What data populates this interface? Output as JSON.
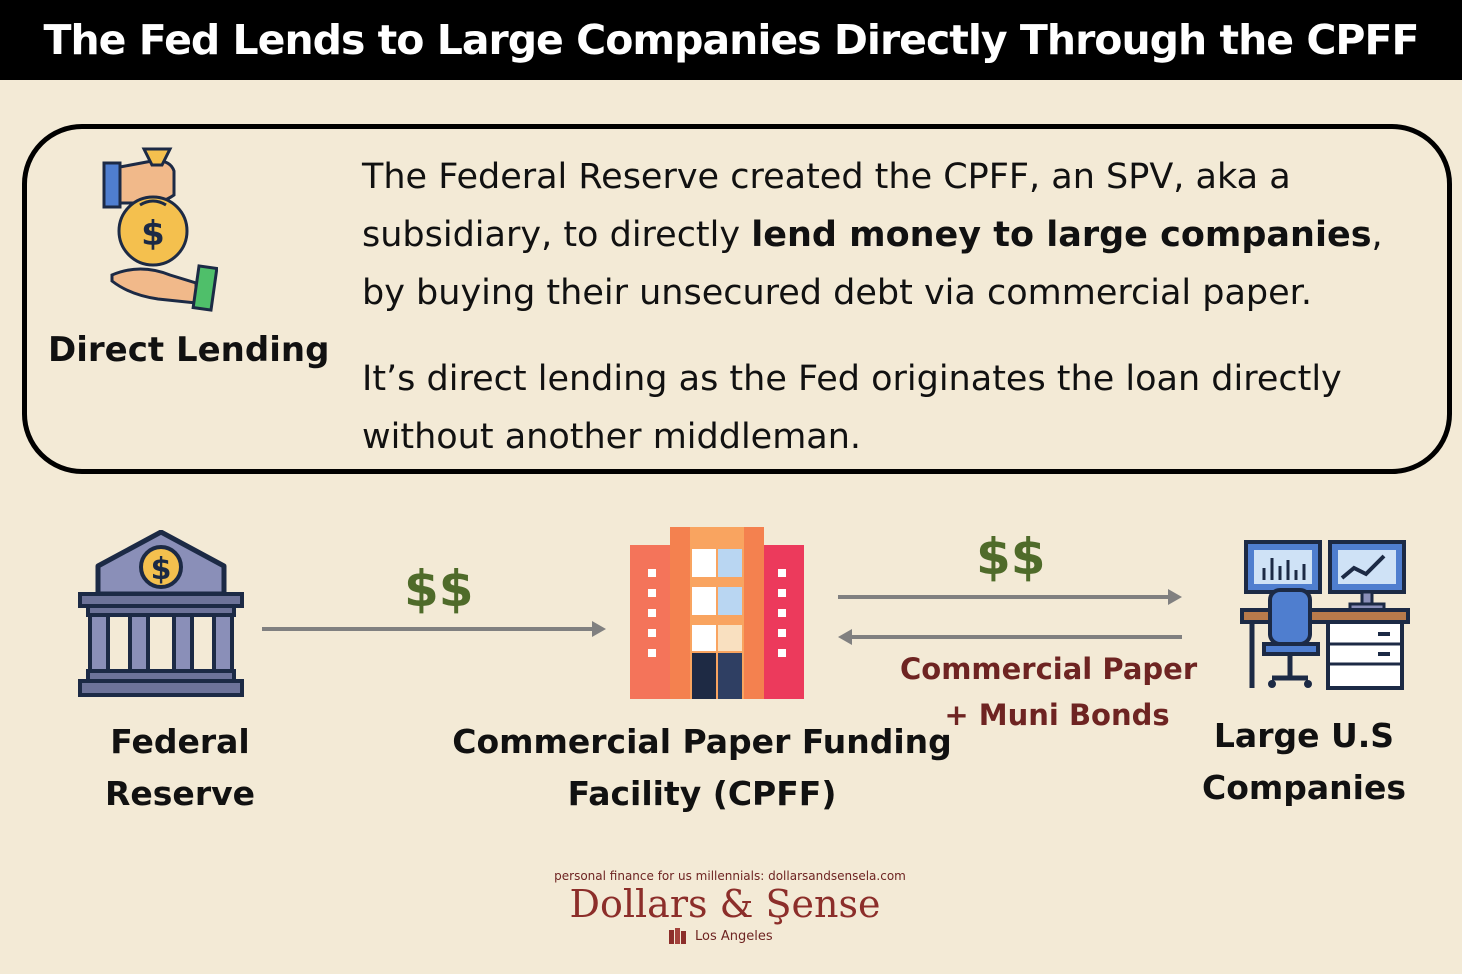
{
  "title": "The Fed Lends to Large Companies Directly Through the CPFF",
  "info": {
    "icon": "money-bag-hand-icon",
    "label": "Direct Lending",
    "para1_pre": "The Federal Reserve created the CPFF, an SPV, aka a subsidiary, to directly ",
    "para1_bold": "lend money to large companies",
    "para1_post": ", by buying their unsecured debt via commercial paper.",
    "para2": "It’s direct lending as the Fed originates the loan directly without another middleman."
  },
  "diagram": {
    "nodes": [
      {
        "id": "fed",
        "label": "Federal Reserve",
        "icon": "bank-building-icon"
      },
      {
        "id": "cpff",
        "label": "Commercial Paper Funding Facility (CPFF)",
        "icon": "office-building-icon"
      },
      {
        "id": "companies",
        "label": "Large U.S Companies",
        "icon": "office-desk-icon"
      }
    ],
    "flows": [
      {
        "from": "fed",
        "to": "cpff",
        "label": "$$"
      },
      {
        "from": "cpff",
        "to": "companies",
        "label": "$$"
      },
      {
        "from": "companies",
        "to": "cpff",
        "label_line1": "Commercial Paper",
        "label_line2": "+ Muni Bonds"
      }
    ]
  },
  "branding": {
    "tagline": "personal finance for us millennials: dollarsandsensela.com",
    "name": "Dollars & Şense",
    "location": "Los Angeles"
  },
  "colors": {
    "background": "#f3ead6",
    "money_green": "#4f6b2a",
    "maroon": "#6e2422",
    "arrow_gray": "#808080"
  }
}
